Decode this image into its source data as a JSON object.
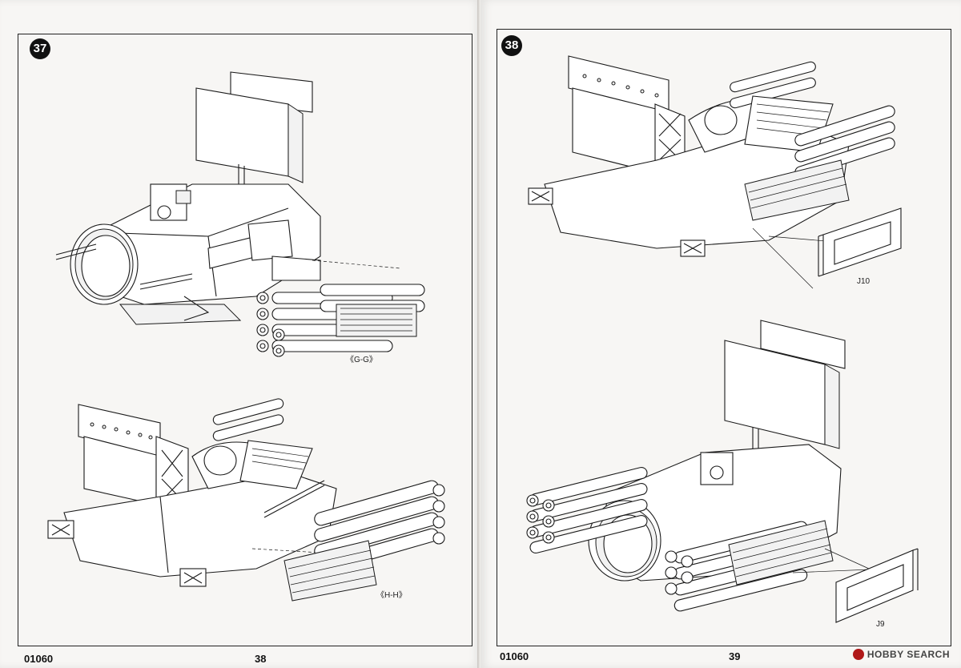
{
  "pages": {
    "left": {
      "step_number": "37",
      "detail_label": "《G-G》",
      "detail_label_2": "《H-H》",
      "kit_code": "01060",
      "page_number": "38"
    },
    "right": {
      "step_number": "38",
      "part_label_top": "J10",
      "part_label_bottom": "J9",
      "kit_code": "01060",
      "page_number": "39"
    }
  },
  "watermark": {
    "text": "HOBBY SEARCH"
  }
}
